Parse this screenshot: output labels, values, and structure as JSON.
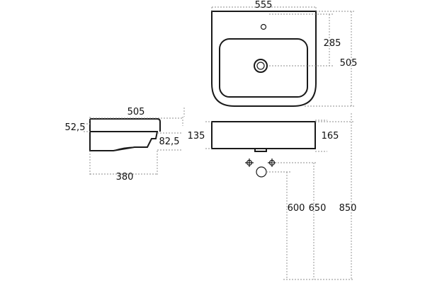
{
  "dimensions": {
    "top_width": "555",
    "bowl_depth": "285",
    "top_depth": "505",
    "side_length": "505",
    "rim_thickness": "52,5",
    "drain_offset": "82,5",
    "base_length": "380",
    "front_height": "135",
    "side_height": "165",
    "height_600": "600",
    "height_650": "650",
    "height_850": "850"
  }
}
